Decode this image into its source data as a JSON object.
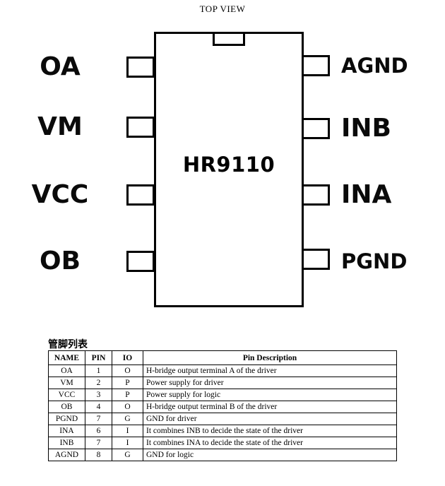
{
  "page": {
    "title": "TOP VIEW"
  },
  "chip": {
    "name": "HR9110",
    "left_pins": [
      "OA",
      "VM",
      "VCC",
      "OB"
    ],
    "right_pins": [
      "AGND",
      "INB",
      "INA",
      "PGND"
    ]
  },
  "table": {
    "heading": "管脚列表",
    "headers": [
      "NAME",
      "PIN",
      "IO",
      "Pin Description"
    ],
    "rows": [
      [
        "OA",
        "1",
        "O",
        "H-bridge output terminal A of the driver"
      ],
      [
        "VM",
        "2",
        "P",
        "Power supply for driver"
      ],
      [
        "VCC",
        "3",
        "P",
        "Power supply for logic"
      ],
      [
        "OB",
        "4",
        "O",
        "H-bridge output terminal B of the driver"
      ],
      [
        "PGND",
        "7",
        "G",
        "GND for driver"
      ],
      [
        "INA",
        "6",
        "I",
        "It combines INB to decide the state of the driver"
      ],
      [
        "INB",
        "7",
        "I",
        "It combines INA to decide the state of the driver"
      ],
      [
        "AGND",
        "8",
        "G",
        "GND for logic"
      ]
    ]
  }
}
